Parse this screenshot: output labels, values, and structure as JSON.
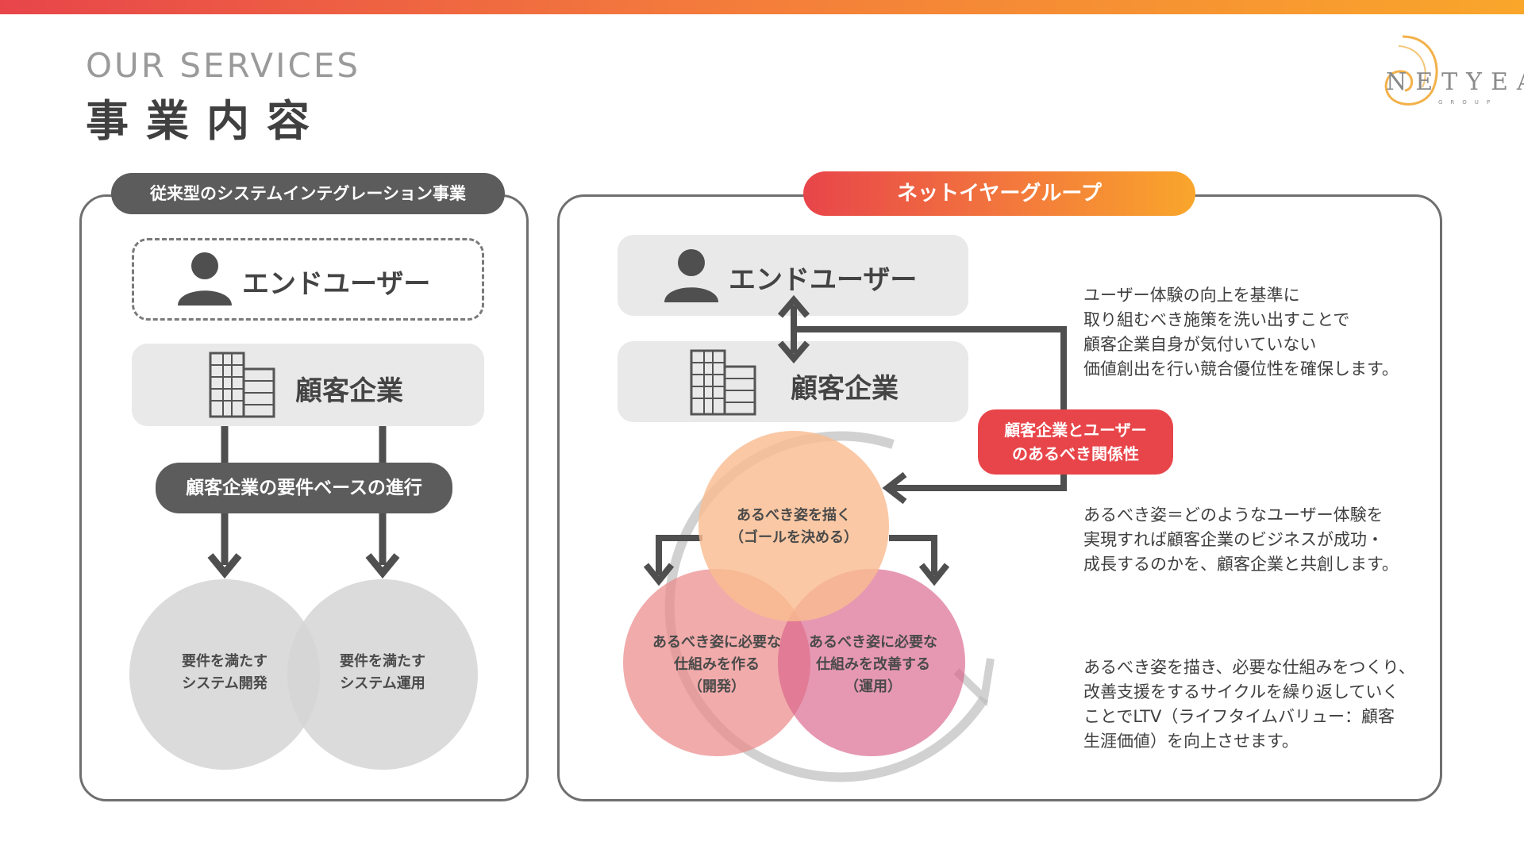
{
  "header": {
    "kicker": "OUR SERVICES",
    "title": "事業内容"
  },
  "logo": {
    "text": "NETYEAR",
    "sub": "GROUP"
  },
  "left_panel": {
    "tag": "従来型のシステムインテグレーション事業",
    "end_user": "エンドユーザー",
    "client": "顧客企業",
    "process": "顧客企業の要件ベースの進行",
    "circle_dev": "要件を満たす\nシステム開発",
    "circle_ops": "要件を満たす\nシステム運用"
  },
  "right_panel": {
    "tag": "ネットイヤーグループ",
    "end_user": "エンドユーザー",
    "client": "顧客企業",
    "relation": "顧客企業とユーザー\nのあるべき関係性",
    "circle_top": "あるべき姿を描く\n（ゴールを決める）",
    "circle_left": "あるべき姿に必要な\n仕組みを作る\n（開発）",
    "circle_right": "あるべき姿に必要な\n仕組みを改善する\n（運用）",
    "desc1": "ユーザー体験の向上を基準に\n取り組むべき施策を洗い出すことで\n顧客企業自身が気付いていない\n価値創出を行い競合優位性を確保します。",
    "desc2": "あるべき姿＝どのようなユーザー体験を\n実現すれば顧客企業のビジネスが成功・\n成長するのかを、顧客企業と共創します。",
    "desc3": "あるべき姿を描き、必要な仕組みをつくり、\n改善支援をするサイクルを繰り返していく\nことでLTV（ライフタイムバリュー：顧客\n生涯価値）を向上させます。"
  },
  "colors": {
    "accent_red": "#e8454a",
    "accent_orange": "#f9a62b",
    "panel_border": "#6f6f6f",
    "dark_pill": "#5c5c5c",
    "relation_pill": "#e8454a"
  }
}
